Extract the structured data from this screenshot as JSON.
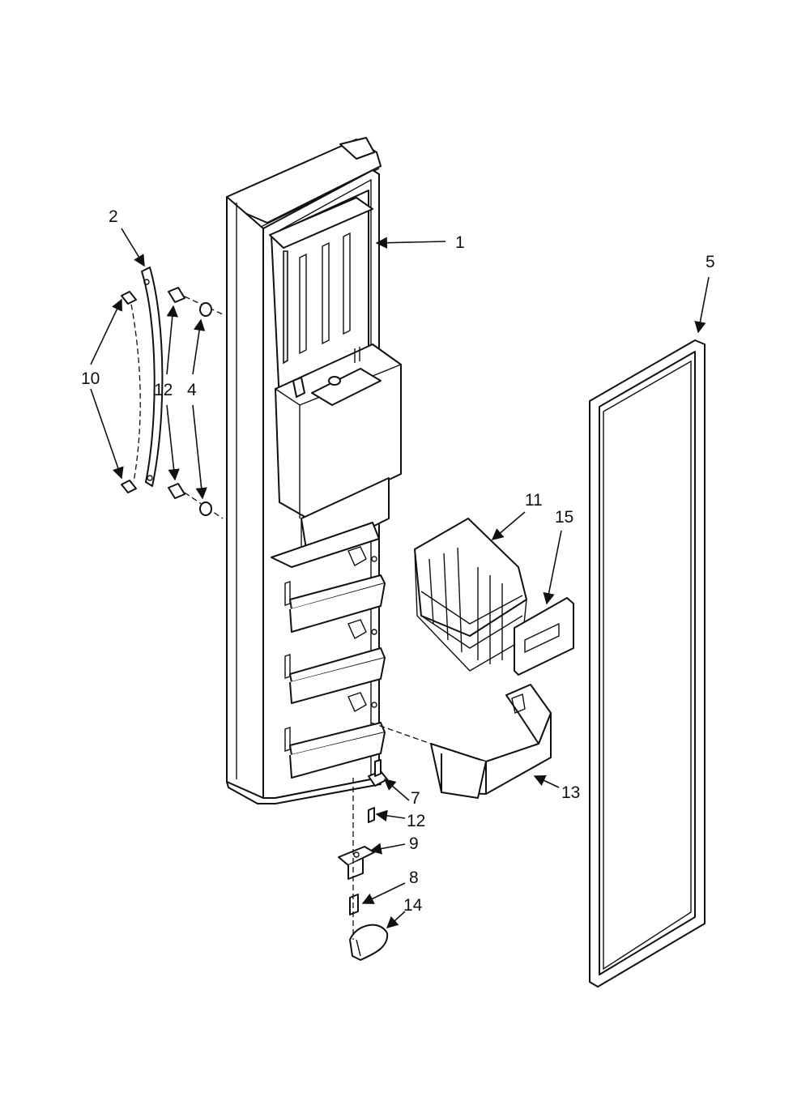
{
  "callouts": {
    "c1": "1",
    "c2": "2",
    "c4": "4",
    "c5": "5",
    "c7": "7",
    "c8": "8",
    "c9": "9",
    "c10": "10",
    "c11": "11",
    "c12a": "12",
    "c12b": "12",
    "c13": "13",
    "c14": "14",
    "c15": "15"
  }
}
